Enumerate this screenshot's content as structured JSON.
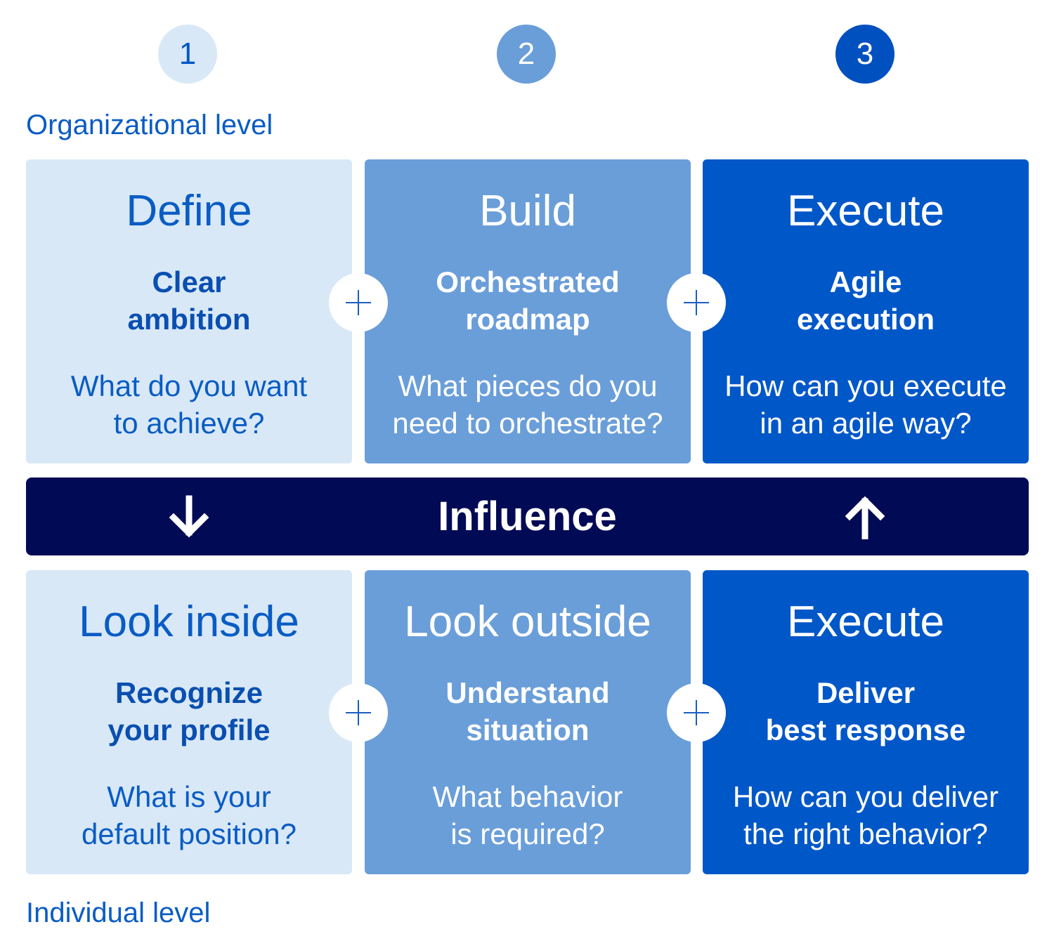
{
  "steps": [
    "1",
    "2",
    "3"
  ],
  "levels": {
    "organizational": "Organizational level",
    "individual": "Individual level"
  },
  "influence": "Influence",
  "organizational_cards": [
    {
      "title": "Define",
      "subtitle": [
        "Clear",
        "ambition"
      ],
      "question": [
        "What do you want",
        "to achieve?"
      ]
    },
    {
      "title": "Build",
      "subtitle": [
        "Orchestrated",
        "roadmap"
      ],
      "question": [
        "What pieces do you",
        "need to orchestrate?"
      ]
    },
    {
      "title": "Execute",
      "subtitle": [
        "Agile",
        "execution"
      ],
      "question": [
        "How can you execute",
        "in an agile way?"
      ]
    }
  ],
  "individual_cards": [
    {
      "title": "Look inside",
      "subtitle": [
        "Recognize",
        "your profile"
      ],
      "question": [
        "What is your",
        "default position?"
      ]
    },
    {
      "title": "Look outside",
      "subtitle": [
        "Understand",
        "situation"
      ],
      "question": [
        "What behavior",
        "is required?"
      ]
    },
    {
      "title": "Execute",
      "subtitle": [
        "Deliver",
        "best response"
      ],
      "question": [
        "How can you deliver",
        "the right behavior?"
      ]
    }
  ],
  "colors": {
    "light": "#d8e8f6",
    "mid": "#6a9ed9",
    "dark": "#0057c8",
    "navy": "#010a55",
    "text_blue": "#0a5cc4"
  },
  "icons": {
    "connector": "plus-icon",
    "influence_left": "arrow-down-icon",
    "influence_right": "arrow-up-icon"
  }
}
